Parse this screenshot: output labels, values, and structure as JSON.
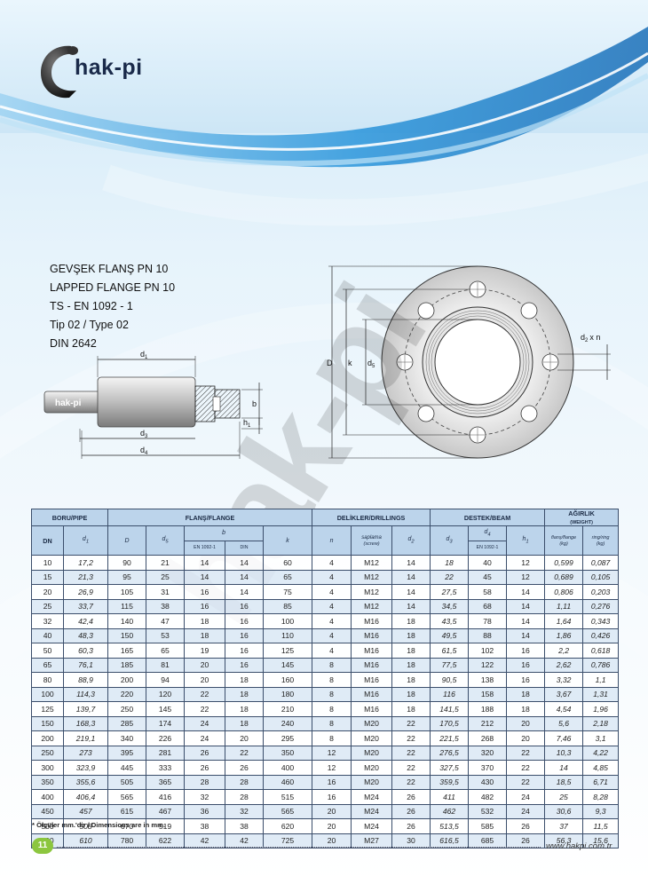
{
  "brand": {
    "logo_text": "hak-pi",
    "drawing_logo_text": "hak-pi",
    "watermark_text": "hak-pi",
    "color": "#1a2a4a"
  },
  "titles": [
    "GEVŞEK FLANŞ PN 10",
    "LAPPED FLANGE PN 10",
    "TS - EN 1092 - 1",
    "Tip 02 / Type 02",
    "DIN 2642"
  ],
  "drawing_labels": {
    "d1": "d",
    "d1_sub": "1",
    "d3": "d",
    "d3_sub": "3",
    "d4": "d",
    "d4_sub": "4",
    "b": "b",
    "h1": "h",
    "h1_sub": "1",
    "D": "D",
    "k": "k",
    "d5": "d",
    "d5_sub": "5",
    "d2n": "d",
    "d2n_sub": "2",
    "d2n_rest": "x n"
  },
  "table": {
    "groups": {
      "pipe": "BORU/PIPE",
      "flange": "FLANŞ/FLANGE",
      "drillings": "DELİKLER/DRILLINGS",
      "beam": "DESTEK/BEAM",
      "weight": "AĞIRLIK",
      "weight_sub": "(WEIGHT)"
    },
    "headers": {
      "dn": "DN",
      "d1": "d",
      "d1_sub": "1",
      "D": "D",
      "d5": "d",
      "d5_sub": "5",
      "b": "b",
      "b_en": "EN 1092-1",
      "b_din": "DIN",
      "k": "k",
      "n": "n",
      "screw": "saplama",
      "screw_sub": "(screw)",
      "d2": "d",
      "d2_sub": "2",
      "d3": "d",
      "d3_sub": "3",
      "d4": "d",
      "d4_sub": "4",
      "d4_en": "EN 1092-1",
      "h1": "h",
      "h1_sub": "1",
      "w_flange": "flanş/flange",
      "w_flange_sub": "(kg)",
      "w_ring": "ring/ring",
      "w_ring_sub": "(kg)"
    },
    "rows": [
      [
        "10",
        "17,2",
        "90",
        "21",
        "14",
        "14",
        "60",
        "4",
        "M12",
        "14",
        "18",
        "40",
        "12",
        "0,599",
        "0,087"
      ],
      [
        "15",
        "21,3",
        "95",
        "25",
        "14",
        "14",
        "65",
        "4",
        "M12",
        "14",
        "22",
        "45",
        "12",
        "0,689",
        "0,105"
      ],
      [
        "20",
        "26,9",
        "105",
        "31",
        "16",
        "14",
        "75",
        "4",
        "M12",
        "14",
        "27,5",
        "58",
        "14",
        "0,806",
        "0,203"
      ],
      [
        "25",
        "33,7",
        "115",
        "38",
        "16",
        "16",
        "85",
        "4",
        "M12",
        "14",
        "34,5",
        "68",
        "14",
        "1,11",
        "0,276"
      ],
      [
        "32",
        "42,4",
        "140",
        "47",
        "18",
        "16",
        "100",
        "4",
        "M16",
        "18",
        "43,5",
        "78",
        "14",
        "1,64",
        "0,343"
      ],
      [
        "40",
        "48,3",
        "150",
        "53",
        "18",
        "16",
        "110",
        "4",
        "M16",
        "18",
        "49,5",
        "88",
        "14",
        "1,86",
        "0,426"
      ],
      [
        "50",
        "60,3",
        "165",
        "65",
        "19",
        "16",
        "125",
        "4",
        "M16",
        "18",
        "61,5",
        "102",
        "16",
        "2,2",
        "0,618"
      ],
      [
        "65",
        "76,1",
        "185",
        "81",
        "20",
        "16",
        "145",
        "8",
        "M16",
        "18",
        "77,5",
        "122",
        "16",
        "2,62",
        "0,786"
      ],
      [
        "80",
        "88,9",
        "200",
        "94",
        "20",
        "18",
        "160",
        "8",
        "M16",
        "18",
        "90,5",
        "138",
        "16",
        "3,32",
        "1,1"
      ],
      [
        "100",
        "114,3",
        "220",
        "120",
        "22",
        "18",
        "180",
        "8",
        "M16",
        "18",
        "116",
        "158",
        "18",
        "3,67",
        "1,31"
      ],
      [
        "125",
        "139,7",
        "250",
        "145",
        "22",
        "18",
        "210",
        "8",
        "M16",
        "18",
        "141,5",
        "188",
        "18",
        "4,54",
        "1,96"
      ],
      [
        "150",
        "168,3",
        "285",
        "174",
        "24",
        "18",
        "240",
        "8",
        "M20",
        "22",
        "170,5",
        "212",
        "20",
        "5,6",
        "2,18"
      ],
      [
        "200",
        "219,1",
        "340",
        "226",
        "24",
        "20",
        "295",
        "8",
        "M20",
        "22",
        "221,5",
        "268",
        "20",
        "7,46",
        "3,1"
      ],
      [
        "250",
        "273",
        "395",
        "281",
        "26",
        "22",
        "350",
        "12",
        "M20",
        "22",
        "276,5",
        "320",
        "22",
        "10,3",
        "4,22"
      ],
      [
        "300",
        "323,9",
        "445",
        "333",
        "26",
        "26",
        "400",
        "12",
        "M20",
        "22",
        "327,5",
        "370",
        "22",
        "14",
        "4,85"
      ],
      [
        "350",
        "355,6",
        "505",
        "365",
        "28",
        "28",
        "460",
        "16",
        "M20",
        "22",
        "359,5",
        "430",
        "22",
        "18,5",
        "6,71"
      ],
      [
        "400",
        "406,4",
        "565",
        "416",
        "32",
        "28",
        "515",
        "16",
        "M24",
        "26",
        "411",
        "482",
        "24",
        "25",
        "8,28"
      ],
      [
        "450",
        "457",
        "615",
        "467",
        "36",
        "32",
        "565",
        "20",
        "M24",
        "26",
        "462",
        "532",
        "24",
        "30,6",
        "9,3"
      ],
      [
        "500",
        "508",
        "670",
        "519",
        "38",
        "38",
        "620",
        "20",
        "M24",
        "26",
        "513,5",
        "585",
        "26",
        "37",
        "11,5"
      ],
      [
        "600",
        "610",
        "780",
        "622",
        "42",
        "42",
        "725",
        "20",
        "M27",
        "30",
        "616,5",
        "685",
        "26",
        "56,3",
        "15,6"
      ]
    ]
  },
  "note": "* Ölçüler mm.'dir / Dimensions are in mm.",
  "page_number": "11",
  "url": "www.hakpi.com.tr",
  "colors": {
    "header_bg": "#bcd4eb",
    "border": "#3b4e6b",
    "page_badge": "#8cc63f",
    "band": "#1f86d1"
  }
}
